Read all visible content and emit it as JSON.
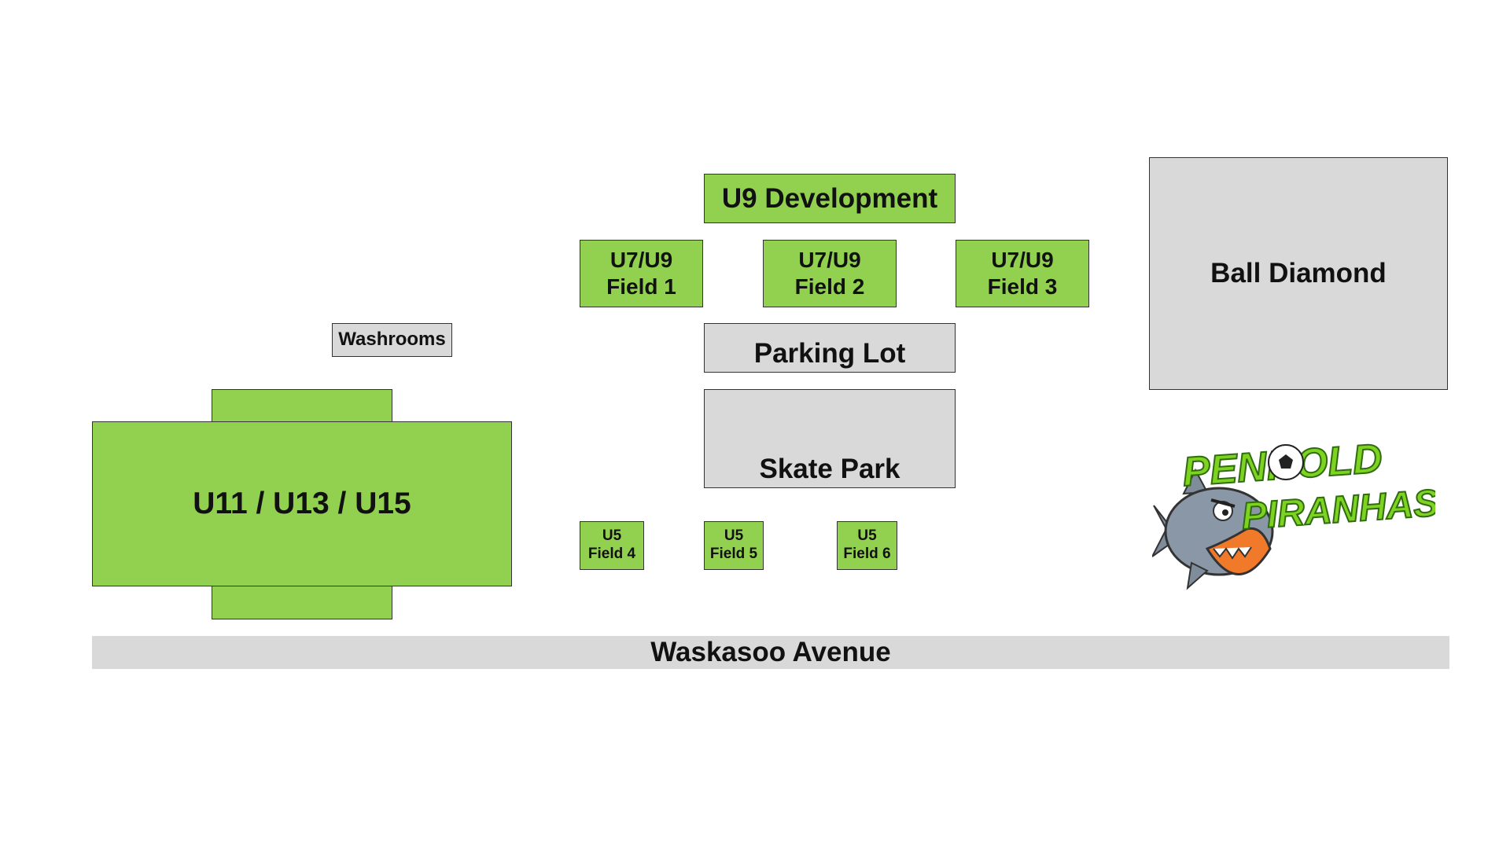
{
  "map": {
    "u9_development": "U9 Development",
    "field_1": {
      "line1": "U7/U9",
      "line2": "Field 1"
    },
    "field_2": {
      "line1": "U7/U9",
      "line2": "Field 2"
    },
    "field_3": {
      "line1": "U7/U9",
      "line2": "Field 3"
    },
    "ball_diamond": "Ball Diamond",
    "washrooms": "Washrooms",
    "parking_lot": "Parking Lot",
    "skate_park": "Skate Park",
    "main_field": "U11 / U13 / U15",
    "field_4": {
      "line1": "U5",
      "line2": "Field 4"
    },
    "field_5": {
      "line1": "U5",
      "line2": "Field 5"
    },
    "field_6": {
      "line1": "U5",
      "line2": "Field 6"
    },
    "road": "Waskasoo Avenue"
  },
  "logo": {
    "line1": "PENHOLD",
    "line2": "PIRANHAS",
    "icon": "piranha-soccer-logo"
  },
  "colors": {
    "field_green": "#92d050",
    "facility_gray": "#d9d9d9",
    "logo_green": "#7ed321",
    "fish_gray": "#7f8c9a",
    "fish_orange": "#f07a2a"
  }
}
